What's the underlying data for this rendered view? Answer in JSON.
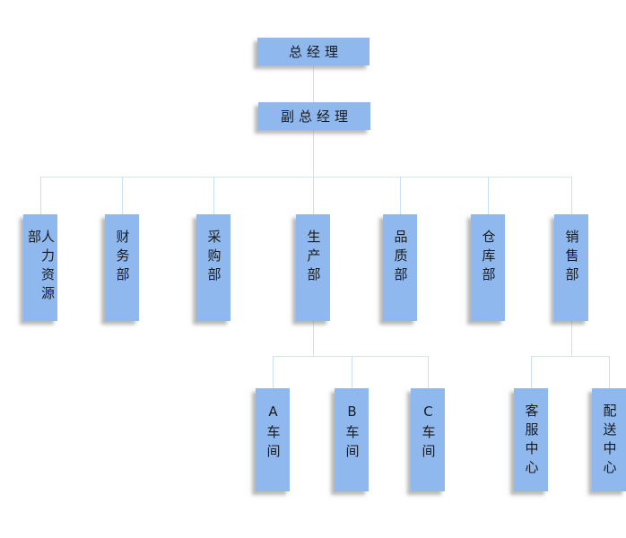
{
  "diagram": {
    "type": "org-chart",
    "colors": {
      "node_fill": "#8FB8EE",
      "connector": "#C9E0F6",
      "text": "#1A1A1A",
      "background": "#FFFFFF"
    },
    "nodes": {
      "level1": "总经理",
      "level2": "副总经理",
      "level3": [
        "人力资源部",
        "财务部",
        "采购部",
        "生产部",
        "品质部",
        "仓库部",
        "销售部"
      ],
      "level4_production": [
        "A车间",
        "B车间",
        "C车间"
      ],
      "level4_sales": [
        "客服中心",
        "配送中心"
      ]
    }
  }
}
